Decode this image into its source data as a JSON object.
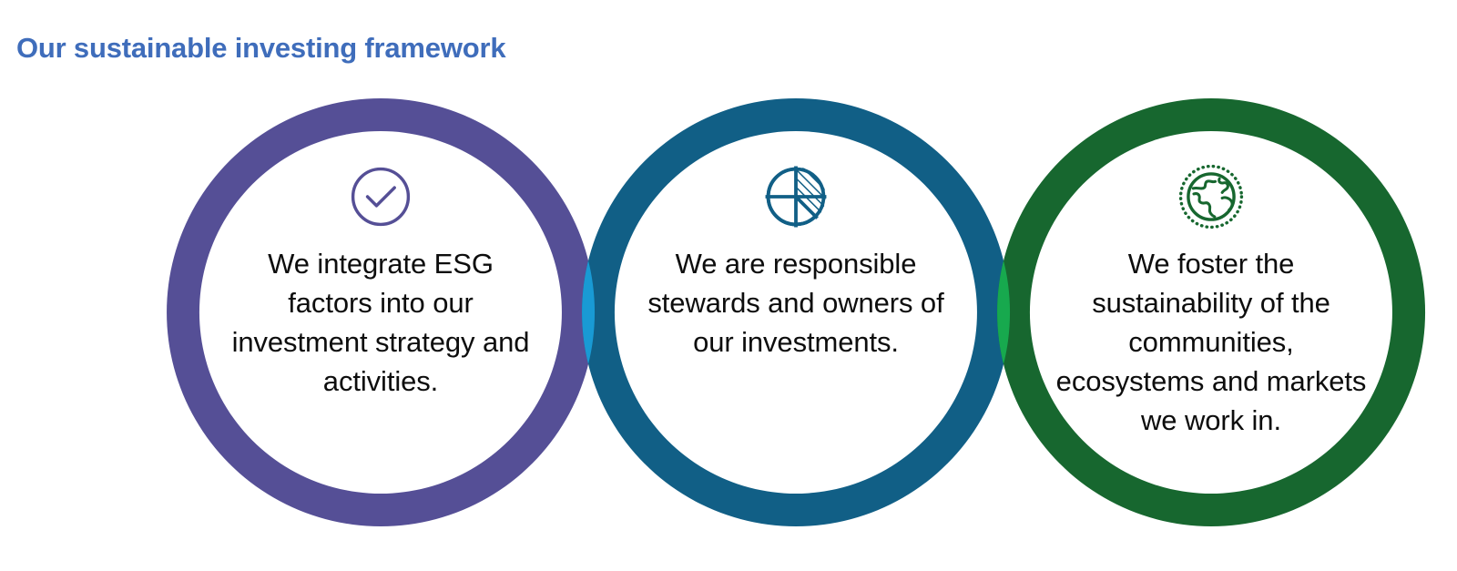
{
  "page": {
    "title": "Our sustainable investing framework",
    "background": "#ffffff"
  },
  "colors": {
    "title": "#3f6dbb",
    "ring_1": "#554f96",
    "ring_2": "#115f86",
    "ring_3": "#17672f",
    "overlap_1_2": "#199ad4",
    "overlap_2_3": "#17a94e",
    "body_text": "#0d0d0d"
  },
  "diagram": {
    "name": "three-overlapping-circles",
    "nodes": [
      {
        "id": "integrate",
        "icon": "check-circle-icon",
        "icon_label": "check-circle-icon",
        "ring_color": "#554f96",
        "text": "We integrate ESG factors into our investment strategy and activities."
      },
      {
        "id": "stewardship",
        "icon": "pie-chart-icon",
        "icon_label": "pie-chart-icon",
        "ring_color": "#115f86",
        "text": "We are responsible stewards and owners of our investments."
      },
      {
        "id": "sustainability",
        "icon": "globe-icon",
        "icon_label": "globe-icon",
        "ring_color": "#17672f",
        "text": "We foster the sustainability of the communities, ecosystems and markets we work in."
      }
    ],
    "overlaps": [
      {
        "id": "overlap-1-2",
        "color": "#199ad4"
      },
      {
        "id": "overlap-2-3",
        "color": "#17a94e"
      }
    ]
  }
}
